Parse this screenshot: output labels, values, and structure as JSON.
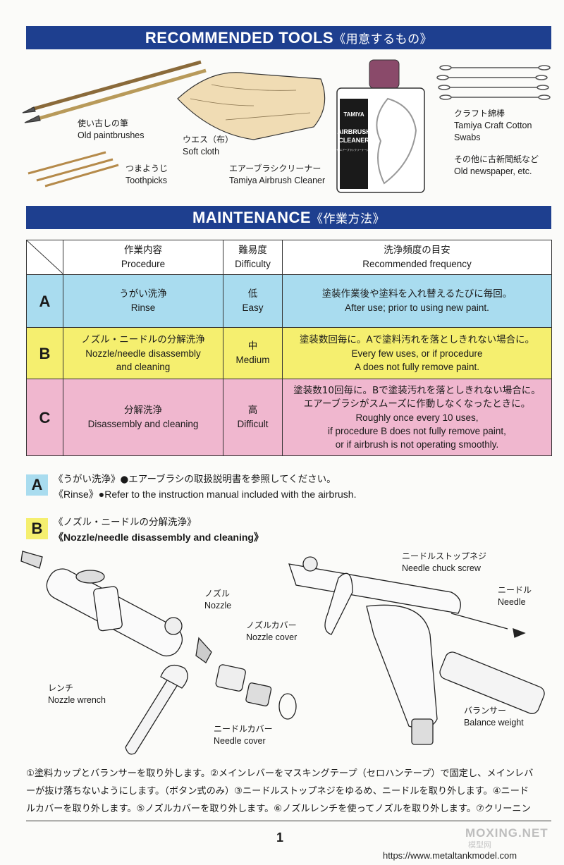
{
  "tools": {
    "banner_en": "RECOMMENDED TOOLS",
    "banner_jp": "《用意するもの》",
    "items": [
      {
        "jp": "使い古しの筆",
        "en": "Old paintbrushes"
      },
      {
        "jp": "ウエス（布）",
        "en": "Soft cloth"
      },
      {
        "jp": "つまようじ",
        "en": "Toothpicks"
      },
      {
        "jp": "エアーブラシクリーナー",
        "en": "Tamiya Airbrush Cleaner"
      },
      {
        "jp": "クラフト綿棒",
        "en": "Tamiya Craft Cotton",
        "en2": "Swabs"
      },
      {
        "jp": "その他に古新聞紙など",
        "en": "Old newspaper, etc."
      }
    ],
    "bottle": {
      "brand": "TAMIYA",
      "line1": "AIRBRUSH",
      "line2": "CLEANER",
      "small": "タミヤ エアーブラシクリーナー(250ml)"
    }
  },
  "maintenance": {
    "banner_en": "MAINTENANCE",
    "banner_jp": "《作業方法》",
    "header": {
      "procedure_jp": "作業内容",
      "procedure_en": "Procedure",
      "difficulty_jp": "難易度",
      "difficulty_en": "Difficulty",
      "frequency_jp": "洗浄頻度の目安",
      "frequency_en": "Recommended frequency"
    },
    "rows": [
      {
        "letter": "A",
        "proc_jp": "うがい洗浄",
        "proc_en": "Rinse",
        "diff_jp": "低",
        "diff_en": "Easy",
        "freq_jp": "塗装作業後や塗料を入れ替えるたびに毎回。",
        "freq_en": "After use; prior to using new paint."
      },
      {
        "letter": "B",
        "proc_jp": "ノズル・ニードルの分解洗浄",
        "proc_en": "Nozzle/needle disassembly",
        "proc_en2": "and cleaning",
        "diff_jp": "中",
        "diff_en": "Medium",
        "freq_jp": "塗装数回毎に。Aで塗料汚れを落としきれない場合に。",
        "freq_en": "Every few uses, or if procedure",
        "freq_en2": "A does not fully remove paint."
      },
      {
        "letter": "C",
        "proc_jp": "分解洗浄",
        "proc_en": "Disassembly and cleaning",
        "diff_jp": "高",
        "diff_en": "Difficult",
        "freq_jp": "塗装数10回毎に。Bで塗装汚れを落としきれない場合に。",
        "freq_jp2": "エアーブラシがスムーズに作動しなくなったときに。",
        "freq_en": "Roughly once every 10 uses,",
        "freq_en2": "if procedure B does not fully remove paint,",
        "freq_en3": "or if airbrush is not operating smoothly."
      }
    ]
  },
  "sectionA": {
    "letter": "A",
    "jp_title": "《うがい洗浄》",
    "jp_text": "エアーブラシの取扱説明書を参照してください。",
    "en_title": "《Rinse》",
    "en_text": "Refer to the instruction manual included with the airbrush."
  },
  "sectionB": {
    "letter": "B",
    "jp_title": "《ノズル・ニードルの分解洗浄》",
    "en_title": "《Nozzle/needle disassembly and cleaning》"
  },
  "diagram_labels": {
    "nozzle_jp": "ノズル",
    "nozzle_en": "Nozzle",
    "nozzle_cover_jp": "ノズルカバー",
    "nozzle_cover_en": "Nozzle cover",
    "wrench_jp": "レンチ",
    "wrench_en": "Nozzle wrench",
    "needle_cover_jp": "ニードルカバー",
    "needle_cover_en": "Needle cover",
    "chuck_jp": "ニードルストップネジ",
    "chuck_en": "Needle chuck screw",
    "needle_jp": "ニードル",
    "needle_en": "Needle",
    "balance_jp": "バランサー",
    "balance_en": "Balance weight"
  },
  "instructions": {
    "line1": "①塗料カップとバランサーを取り外します。②メインレバーをマスキングテープ（セロハンテープ）で固定し、メインレバ",
    "line2": "ーが抜け落ちないようにします。（ボタン式のみ）③ニードルストップネジをゆるめ、ニードルを取り外します。④ニード",
    "line3": "ルカバーを取り外します。⑤ノズルカバーを取り外します。⑥ノズルレンチを使ってノズルを取り外します。⑦クリーニン"
  },
  "footer": {
    "page": "1",
    "watermark": "MOXING.NET",
    "watermark_sub": "模型网",
    "url": "https://www.metaltankmodel.com"
  },
  "colors": {
    "banner": "#1e3f8f",
    "rowA": "#a9dcef",
    "rowB": "#f5ef6f",
    "rowC": "#f0b7cf",
    "bottle_cap": "#7a3a5a"
  }
}
